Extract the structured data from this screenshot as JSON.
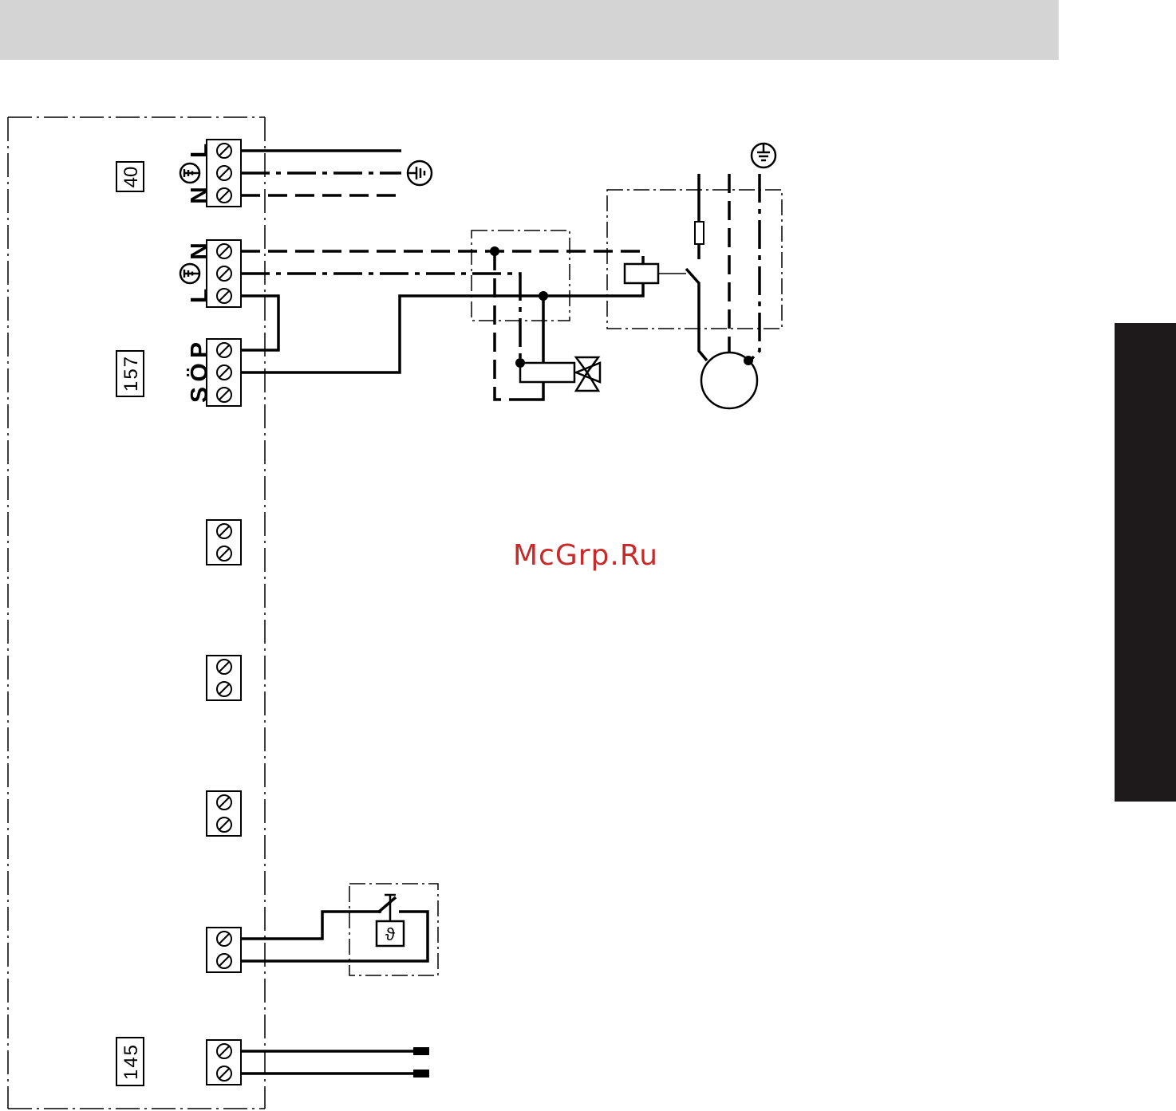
{
  "header": {
    "color": "#d4d4d4"
  },
  "side_tab": {
    "color": "#1e1a1b"
  },
  "terminal_groups": [
    {
      "id": "40",
      "labels": [
        "N",
        "⏚",
        "L"
      ]
    },
    {
      "id": "",
      "labels": [
        "L",
        "⏚",
        "N"
      ]
    },
    {
      "id": "157",
      "labels": [
        "S",
        "Ö",
        "P"
      ]
    },
    {
      "id": "",
      "labels": []
    },
    {
      "id": "",
      "labels": []
    },
    {
      "id": "",
      "labels": []
    },
    {
      "id": "",
      "labels": []
    },
    {
      "id": "145",
      "labels": []
    }
  ],
  "components": {
    "thermostat_symbol": "ϑ",
    "ground_icons": [
      "ground-icon",
      "ground-icon"
    ],
    "motor": "motor-icon",
    "valve": "three-way-valve-icon",
    "relay": "relay-icon",
    "fuse": "fuse-icon"
  },
  "watermark": {
    "text": "McGrp.Ru",
    "color": "#c82a2a"
  }
}
